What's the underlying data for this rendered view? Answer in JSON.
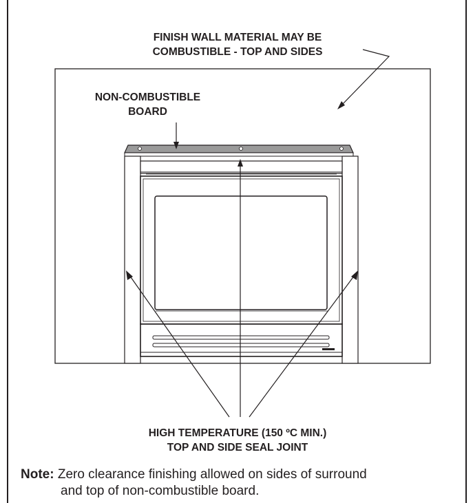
{
  "labels": {
    "finish_line1": "FINISH WALL MATERIAL MAY BE",
    "finish_line2": "COMBUSTIBLE  - TOP AND SIDES",
    "board_line1": "NON-COMBUSTIBLE",
    "board_line2": "BOARD",
    "seal_line1": "HIGH TEMPERATURE (150 ºC MIN.)",
    "seal_line2": "TOP AND SIDE SEAL JOINT"
  },
  "note": {
    "lead": "Note:",
    "line1": " Zero clearance finishing allowed on sides of surround",
    "line2": "and top of non-combustible board."
  },
  "colors": {
    "line": "#231f20",
    "board_fill": "#9a9a9a"
  }
}
